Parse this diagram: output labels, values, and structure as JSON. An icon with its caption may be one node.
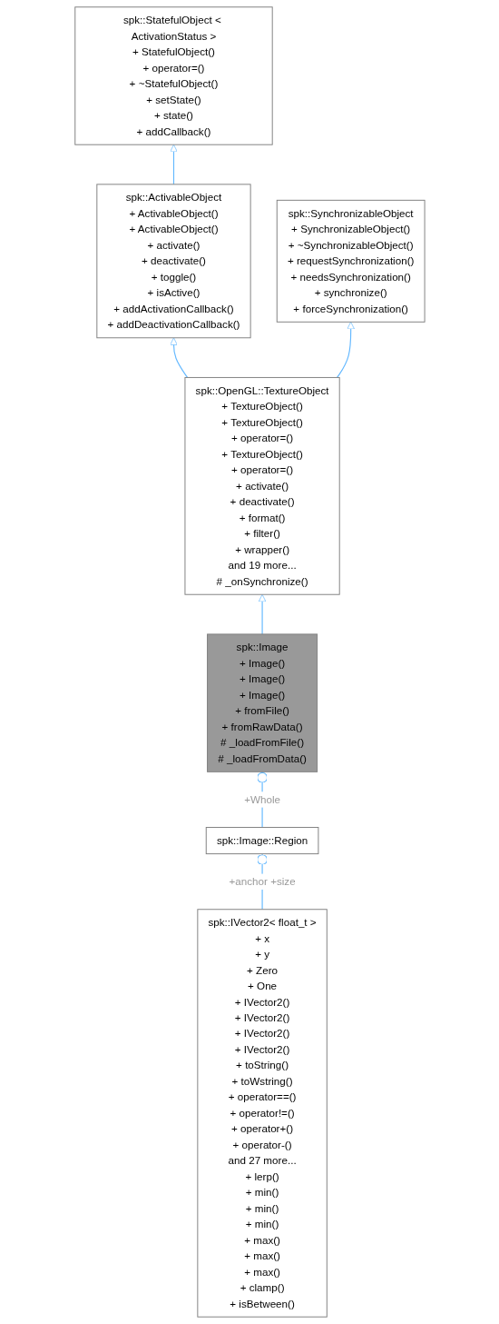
{
  "diagram": {
    "nodes": [
      {
        "text": [
          "spk::StatefulObject < ActivationStatus >",
          "+ StatefulObject()",
          "+ operator=()",
          "+ ~StatefulObject()",
          "+ setState()",
          "+ state()",
          "+ addCallback()"
        ]
      },
      {
        "text": [
          "spk::IVector2< float_t >",
          "+ x",
          "+ y",
          "+ Zero",
          "+ One",
          "+ IVector2()",
          "+ IVector2()",
          "+ IVector2()",
          "+ IVector2()",
          "+ toString()",
          "+ toWstring()",
          "+ operator==()",
          "+ operator!=()",
          "+ operator+()",
          "+ operator-()",
          "and 27 more...",
          "+ lerp()",
          "+ min()",
          "+ min()",
          "+ min()",
          "+ max()",
          "+ max()",
          "+ max()",
          "+ clamp()",
          "+ isBetween()"
        ]
      },
      {
        "text": [
          "spk::ActivableObject",
          "+ ActivableObject()",
          "+ ActivableObject()",
          "+ activate()",
          "+ deactivate()",
          "+ toggle()",
          "+ isActive()",
          "+ addActivationCallback()",
          "+ addDeactivationCallback()"
        ]
      },
      {
        "text": [
          "spk::SynchronizableObject",
          "+ SynchronizableObject()",
          "+ ~SynchronizableObject()",
          "+ requestSynchronization()",
          "+ needsSynchronization()",
          "+ synchronize()",
          "+ forceSynchronization()"
        ]
      },
      {
        "text": [
          "spk::OpenGL::TextureObject",
          "+ TextureObject()",
          "+ TextureObject()",
          "+ operator=()",
          "+ TextureObject()",
          "+ operator=()",
          "+ activate()",
          "+ deactivate()",
          "+ format()",
          "+ filter()",
          "+ wrapper()",
          "and 19 more...",
          "# _onSynchronize()"
        ]
      },
      {
        "text": [
          "spk::Image::Region"
        ]
      },
      {
        "text": [
          "spk::Image",
          "+ Image()",
          "+ Image()",
          "+ Image()",
          "+ fromFile()",
          "+ fromRawData()",
          "# _loadFromFile()",
          "# _loadFromData()"
        ]
      }
    ],
    "edges": [
      {
        "from": 2,
        "to": 0,
        "arrow": "to"
      },
      {
        "from": 4,
        "to": 2,
        "arrow": "to"
      },
      {
        "from": 4,
        "to": 3,
        "arrow": "to"
      },
      {
        "from": 6,
        "to": 4,
        "arrow": "to"
      },
      {
        "from": 1,
        "to": 5,
        "arrow": "other",
        "label": "+anchor +size"
      },
      {
        "from": 5,
        "to": 6,
        "arrow": "other",
        "label": "+Whole"
      }
    ]
  }
}
